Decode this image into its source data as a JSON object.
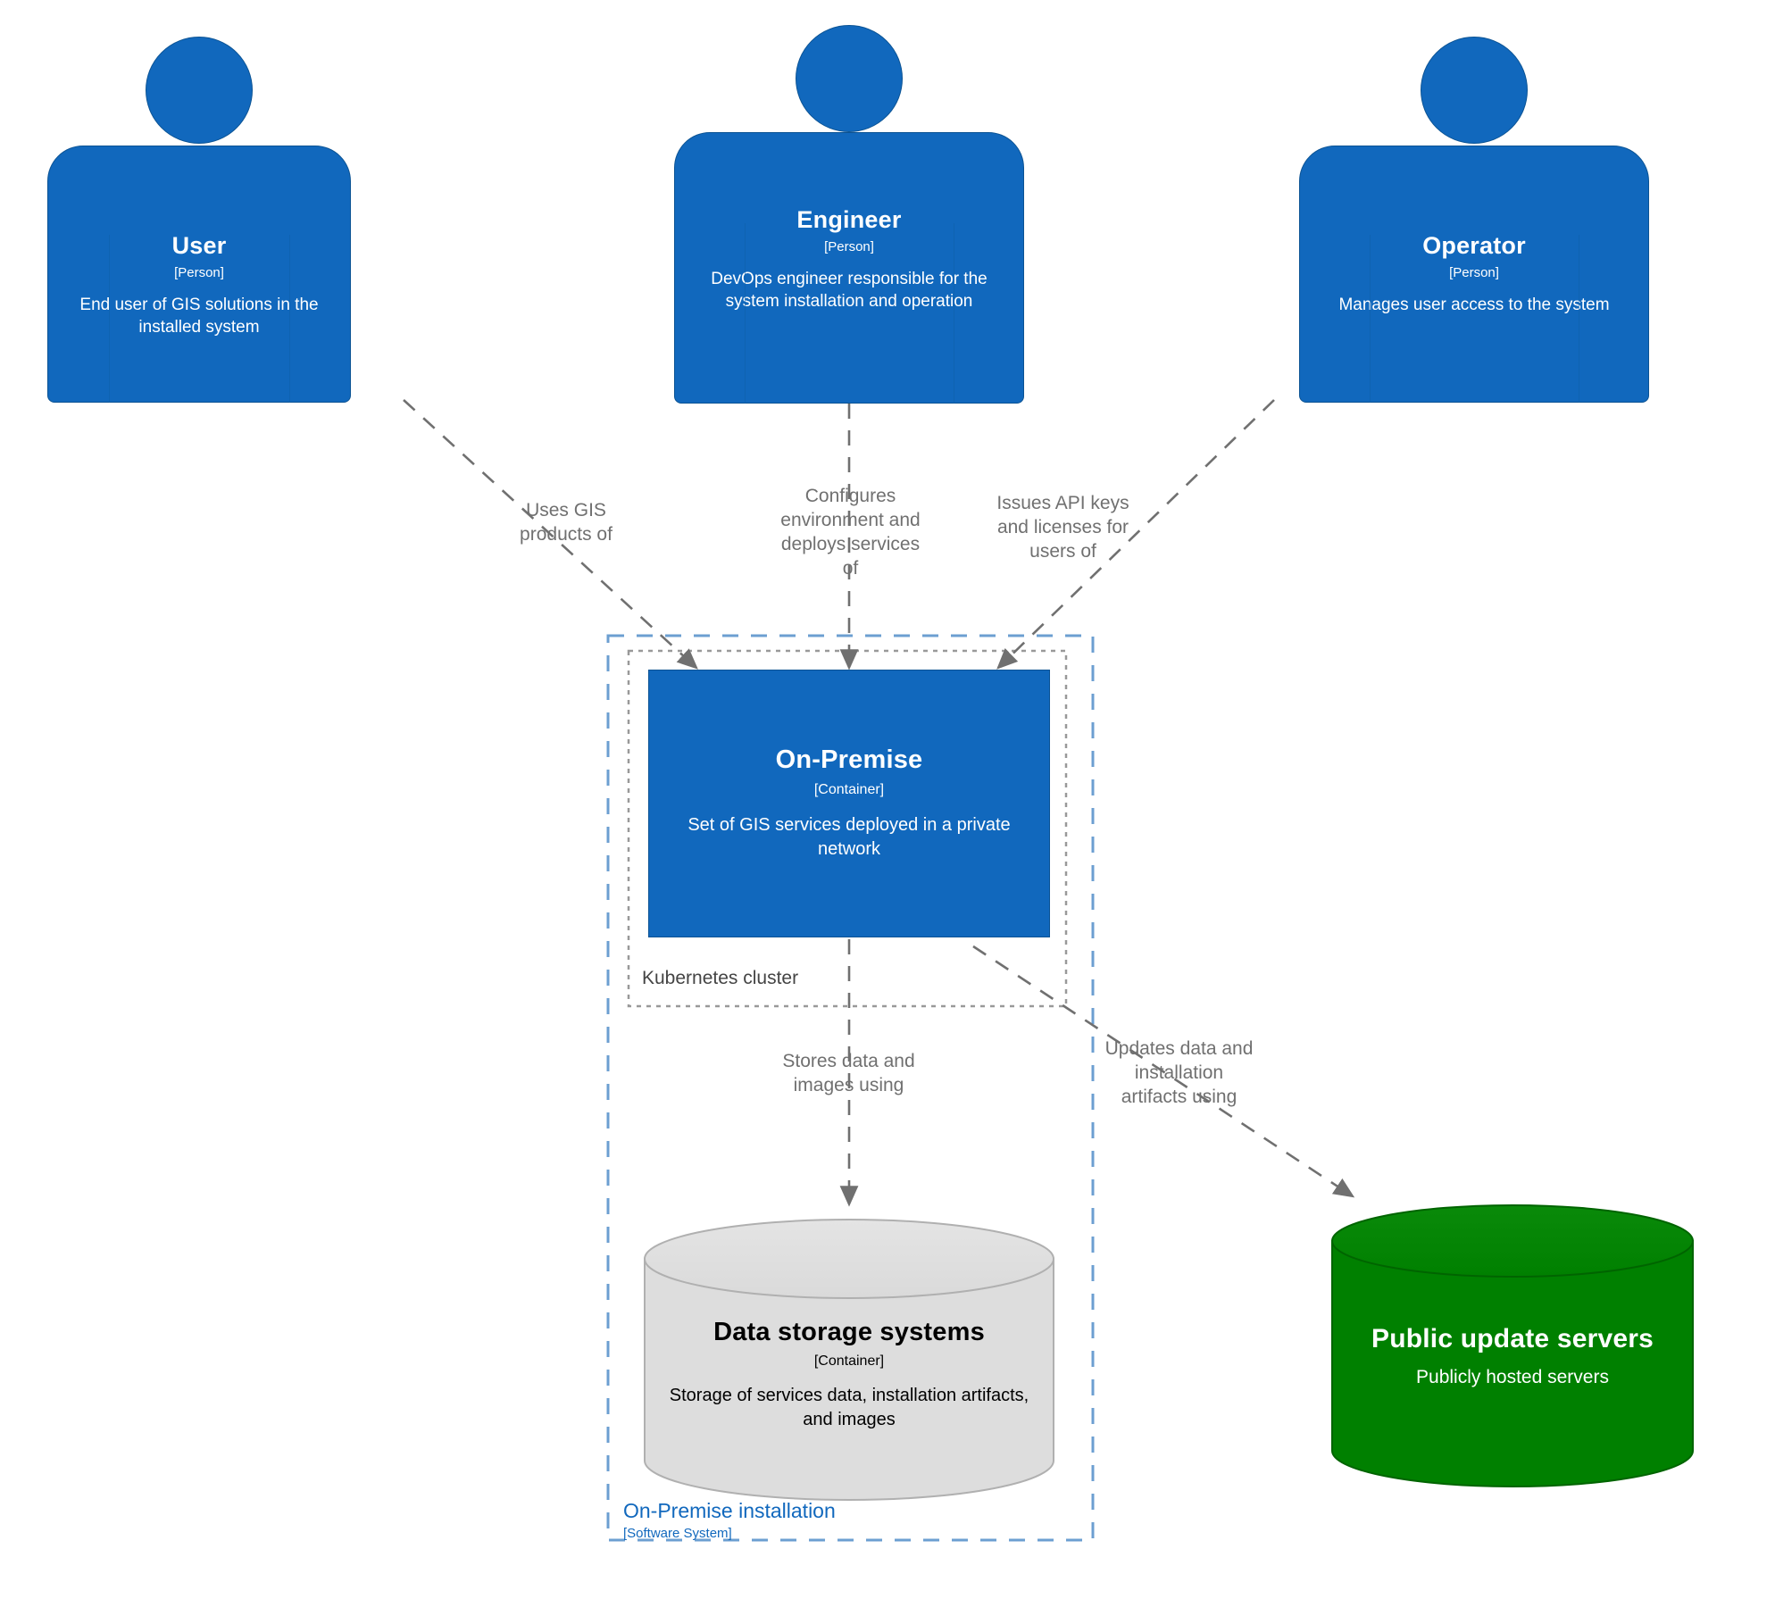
{
  "diagram": {
    "type": "c4-container",
    "title": "On-Premise installation container diagram",
    "colors": {
      "person_fill": "#1168bd",
      "person_stroke": "#0b5394",
      "container_fill": "#1168bd",
      "container_stroke": "#0b5394",
      "datastore_fill": "#dddddd",
      "datastore_stroke": "#b0b0b0",
      "external_fill": "#008000",
      "external_stroke": "#006400",
      "edge": "#707070",
      "system_boundary": "#6c9fd1",
      "cluster_boundary": "#999999",
      "text_light": "#ffffff",
      "text_dark": "#000000"
    }
  },
  "people": [
    {
      "id": "user",
      "name": "User",
      "type": "[Person]",
      "description": "End user of GIS solutions in the installed system"
    },
    {
      "id": "engineer",
      "name": "Engineer",
      "type": "[Person]",
      "description": "DevOps engineer responsible for the system installation and operation"
    },
    {
      "id": "operator",
      "name": "Operator",
      "type": "[Person]",
      "description": "Manages user access to the system"
    }
  ],
  "containers": [
    {
      "id": "on-premise",
      "name": "On-Premise",
      "type": "[Container]",
      "description": "Set of GIS services deployed in a private network"
    },
    {
      "id": "data-storage",
      "name": "Data storage systems",
      "type": "[Container]",
      "description": "Storage of services data, installation artifacts, and images"
    }
  ],
  "external_systems": [
    {
      "id": "public-update-servers",
      "name": "Public update servers",
      "type": "",
      "description": "Publicly hosted servers"
    }
  ],
  "boundaries": [
    {
      "id": "software-system",
      "name": "On-Premise installation",
      "type": "[Software System]",
      "style": "dashed-blue"
    },
    {
      "id": "kubernetes-cluster",
      "name": "Kubernetes cluster",
      "type": "",
      "style": "dotted-gray"
    }
  ],
  "relationships": [
    {
      "id": "r1",
      "from": "user",
      "to": "on-premise",
      "label": "Uses GIS\nproducts of"
    },
    {
      "id": "r2",
      "from": "engineer",
      "to": "on-premise",
      "label": "Configures\nenvironment and\ndeploys services\nof"
    },
    {
      "id": "r3",
      "from": "operator",
      "to": "on-premise",
      "label": "Issues API keys\nand licenses for\nusers of"
    },
    {
      "id": "r4",
      "from": "on-premise",
      "to": "data-storage",
      "label": "Stores data and\nimages using"
    },
    {
      "id": "r5",
      "from": "on-premise",
      "to": "public-update-servers",
      "label": "Updates data and\ninstallation\nartifacts using"
    }
  ]
}
